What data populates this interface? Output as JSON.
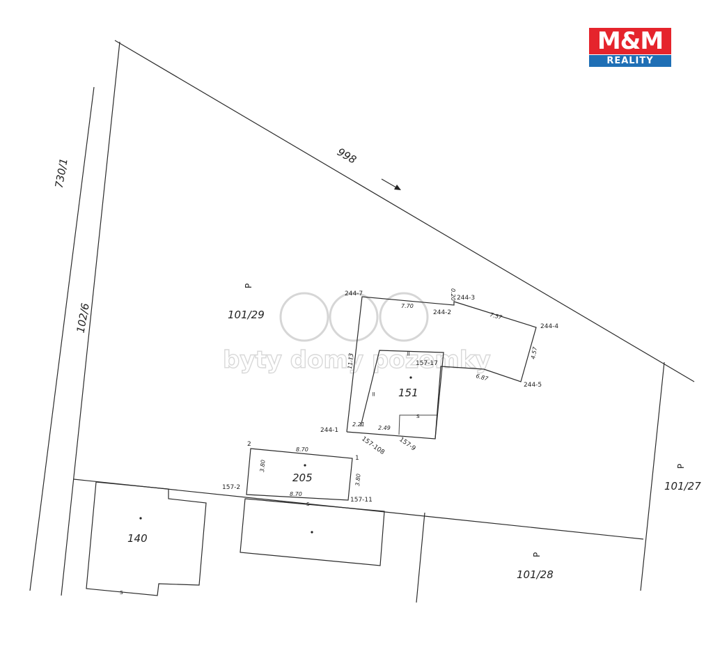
{
  "logo": {
    "brand": "M&M",
    "sub": "REALITY"
  },
  "watermark": {
    "text": "byty domy pozemky"
  },
  "parcels": {
    "p998": "998",
    "p730_1": "730/1",
    "p102_6": "102/6",
    "p101_29": "101/29",
    "p101_27": "101/27",
    "p101_28": "101/28",
    "b151": "151",
    "b205": "205",
    "b140": "140"
  },
  "land_use_mark": "P",
  "points": {
    "pt244_7": "244-7",
    "pt244_3": "244-3",
    "pt244_2": "244-2",
    "pt244_4": "244-4",
    "pt244_5": "244-5",
    "pt244_1": "244-1",
    "pt157_17": "157-17",
    "pt157_108": "157-108",
    "pt157_9": "157-9",
    "pt157_2": "157-2",
    "pt157_11": "157-11",
    "pt1": "1",
    "pt2": "2"
  },
  "dimensions": {
    "d7_70": "7.70",
    "d0_20": "0.20",
    "d7_57": "7.57",
    "d4_57": "4.57",
    "d6_87": "6.87",
    "d11_13": "11.13",
    "d2_21": "2.21",
    "d2_49": "2.49",
    "d8_70_top": "8.70",
    "d8_70_bot": "8.70",
    "d3_80_left": "3.80",
    "d3_80_right": "3.80"
  },
  "symbols": {
    "parallel": "=",
    "building_mark": "s"
  },
  "arrow_icon": "arrow-right-down-icon"
}
